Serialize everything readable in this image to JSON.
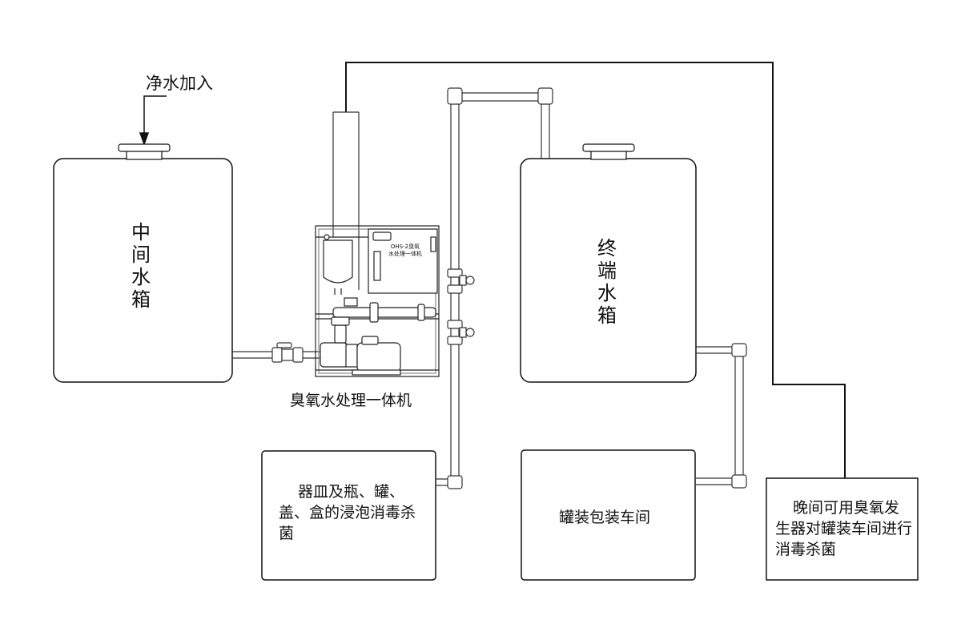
{
  "labels": {
    "inlet": "净水加入",
    "mid_tank_chars": [
      "中",
      "间",
      "水",
      "箱"
    ],
    "end_tank_chars": [
      "终",
      "端",
      "水",
      "箱"
    ],
    "machine": "臭氧水处理一体机",
    "machine_panel": [
      "OHS-2臭氧",
      "水处理一体机"
    ],
    "vessel_box": "器皿及瓶、罐、盖、盒的浸泡消毒杀菌",
    "canning_room": "罐装包装车间",
    "night_box": "晚间可用臭氧发生器对罐装车间进行消毒杀菌"
  }
}
